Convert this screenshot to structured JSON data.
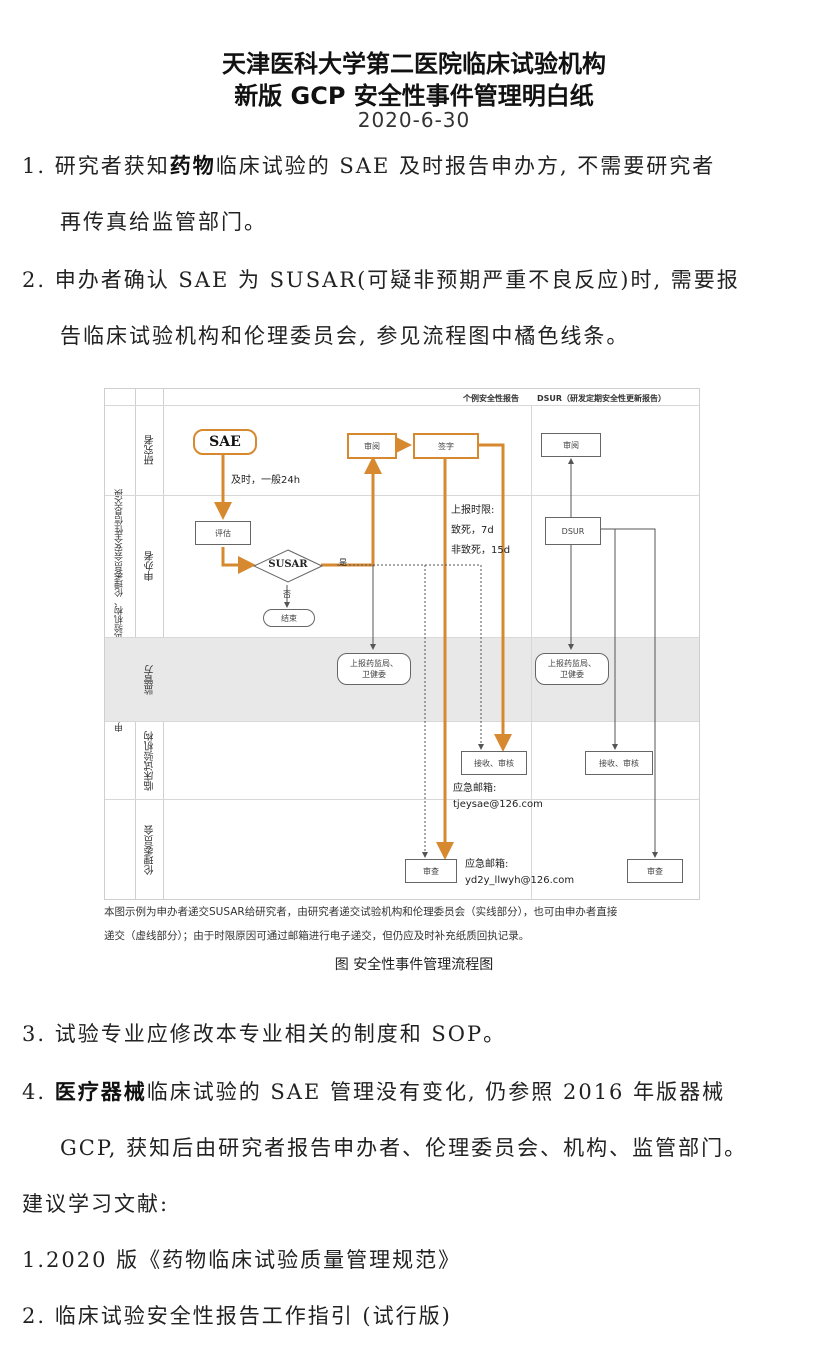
{
  "header": {
    "line1": "天津医科大学第二医院临床试验机构",
    "line2": "新版 GCP 安全性事件管理明白纸",
    "date": "2020-6-30"
  },
  "items": {
    "p1_line1_a": "1. 研究者获知",
    "p1_bold": "药物",
    "p1_line1_b": "临床试验的 SAE 及时报告申办方, 不需要研究者",
    "p1_line2": "再传真给监管部门。",
    "p2_line1": "2. 申办者确认 SAE 为 SUSAR(可疑非预期严重不良反应)时, 需要报",
    "p2_line2": "告临床试验机构和伦理委员会, 参见流程图中橘色线条。",
    "p3": "3. 试验专业应修改本专业相关的制度和 SOP。",
    "p4_a": "4. ",
    "p4_bold": "医疗器械",
    "p4_line1_b": "临床试验的 SAE 管理没有变化, 仍参照 2016 年版器械",
    "p4_line2": "GCP, 获知后由研究者报告申办者、伦理委员会、机构、监管部门。",
    "ref_title": "建议学习文献:",
    "ref1": "1.2020 版《药物临床试验质量管理规范》",
    "ref2": "2. 临床试验安全性报告工作指引 (试行版)"
  },
  "diagram": {
    "header_left": "个例安全性报告",
    "header_right": "DSUR（研发定期安全性更新报告）",
    "outer_label": "申办者与研究者、临床试验机构、伦理委员会安全性信息交换",
    "lanes": [
      "研究者",
      "申办者",
      "监管方",
      "临床试验机构",
      "伦理委员会"
    ],
    "sae": "SAE",
    "timely": "及时，一般24h",
    "eval": "评估",
    "susar": "SUSAR",
    "yes": "是",
    "no": "否",
    "end": "结束",
    "review1": "审阅",
    "sign": "签字",
    "deadline_title": "上报时限:",
    "deadline_fatal": "致死，7d",
    "deadline_nonfatal": "非致死，15d",
    "regulator1": "上报药监局、\n卫健委",
    "receive1": "接收、审核",
    "email1_label": "应急邮箱:",
    "email1": "tjeysae@126.com",
    "ethics_review1": "审查",
    "email2_label": "应急邮箱:",
    "email2": "yd2y_llwyh@126.com",
    "review2": "审阅",
    "dsur": "DSUR",
    "regulator2": "上报药监局、\n卫健委",
    "receive2": "接收、审核",
    "ethics_review2": "审查",
    "accent_color": "#d6892f"
  },
  "caption": {
    "line1": "本图示例为申办者递交SUSAR给研究者，由研究者递交试验机构和伦理委员会（实线部分），也可由申办者直接",
    "line2": "递交（虚线部分）；由于时限原因可通过邮箱进行电子递交，但仍应及时补充纸质回执记录。",
    "figure_title": "图  安全性事件管理流程图"
  }
}
